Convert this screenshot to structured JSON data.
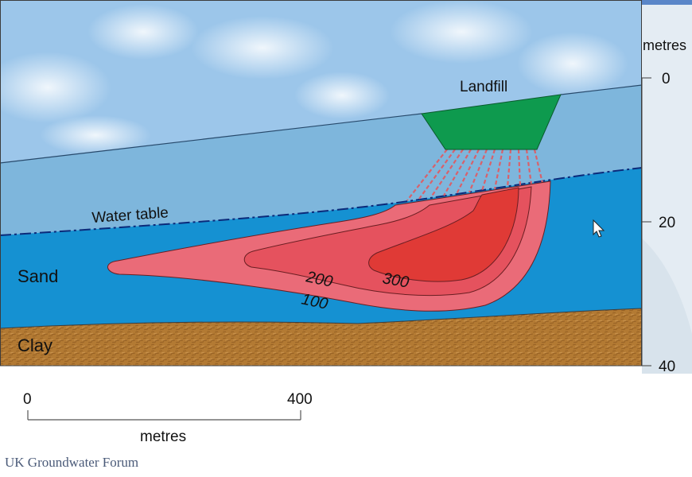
{
  "diagram": {
    "landfill_label": "Landfill",
    "water_table_label": "Water table",
    "sand_label": "Sand",
    "clay_label": "Clay",
    "contours": [
      "100",
      "200",
      "300"
    ],
    "depth_axis": {
      "unit_label": "metres",
      "ticks": [
        "0",
        "20",
        "40"
      ]
    },
    "scale_bar": {
      "start_label": "0",
      "end_label": "400",
      "unit_label": "metres"
    },
    "colors": {
      "sky": "#9cc6ea",
      "unsaturated": "#7eb6dc",
      "sand": "#1591d2",
      "clay": "#b37a33",
      "landfill": "#0e9a4e",
      "plume_outer": "#ea6b78",
      "plume_mid": "#e5525e",
      "plume_core": "#e03a36"
    }
  },
  "credit": "UK Groundwater Forum",
  "cursor_icon": "arrow-cursor-icon"
}
